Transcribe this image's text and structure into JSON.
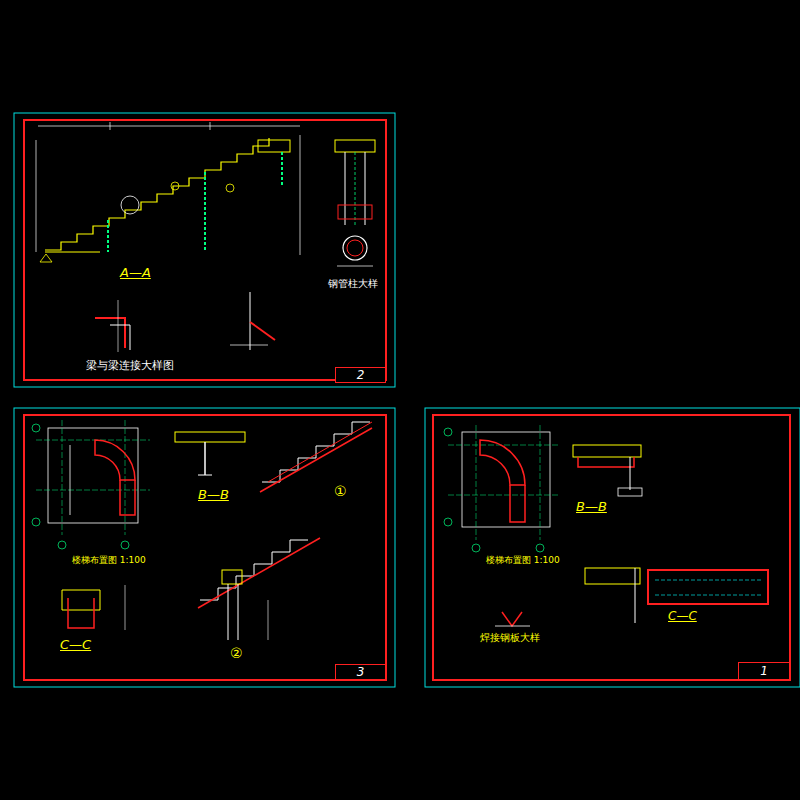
{
  "diagram": {
    "nodes": [
      {
        "text": [
          "2"
        ]
      },
      {
        "text": [
          "3"
        ]
      },
      {
        "text": [
          "1"
        ]
      }
    ],
    "labels": [
      "A—A",
      "钢管柱大样",
      "梁与梁连接大样图",
      "楼梯布置图 1:100",
      "B—B",
      "C—C",
      "①",
      "②",
      "楼梯布置图 1:100",
      "B—B",
      "C—C",
      "焊接钢板大样"
    ]
  }
}
